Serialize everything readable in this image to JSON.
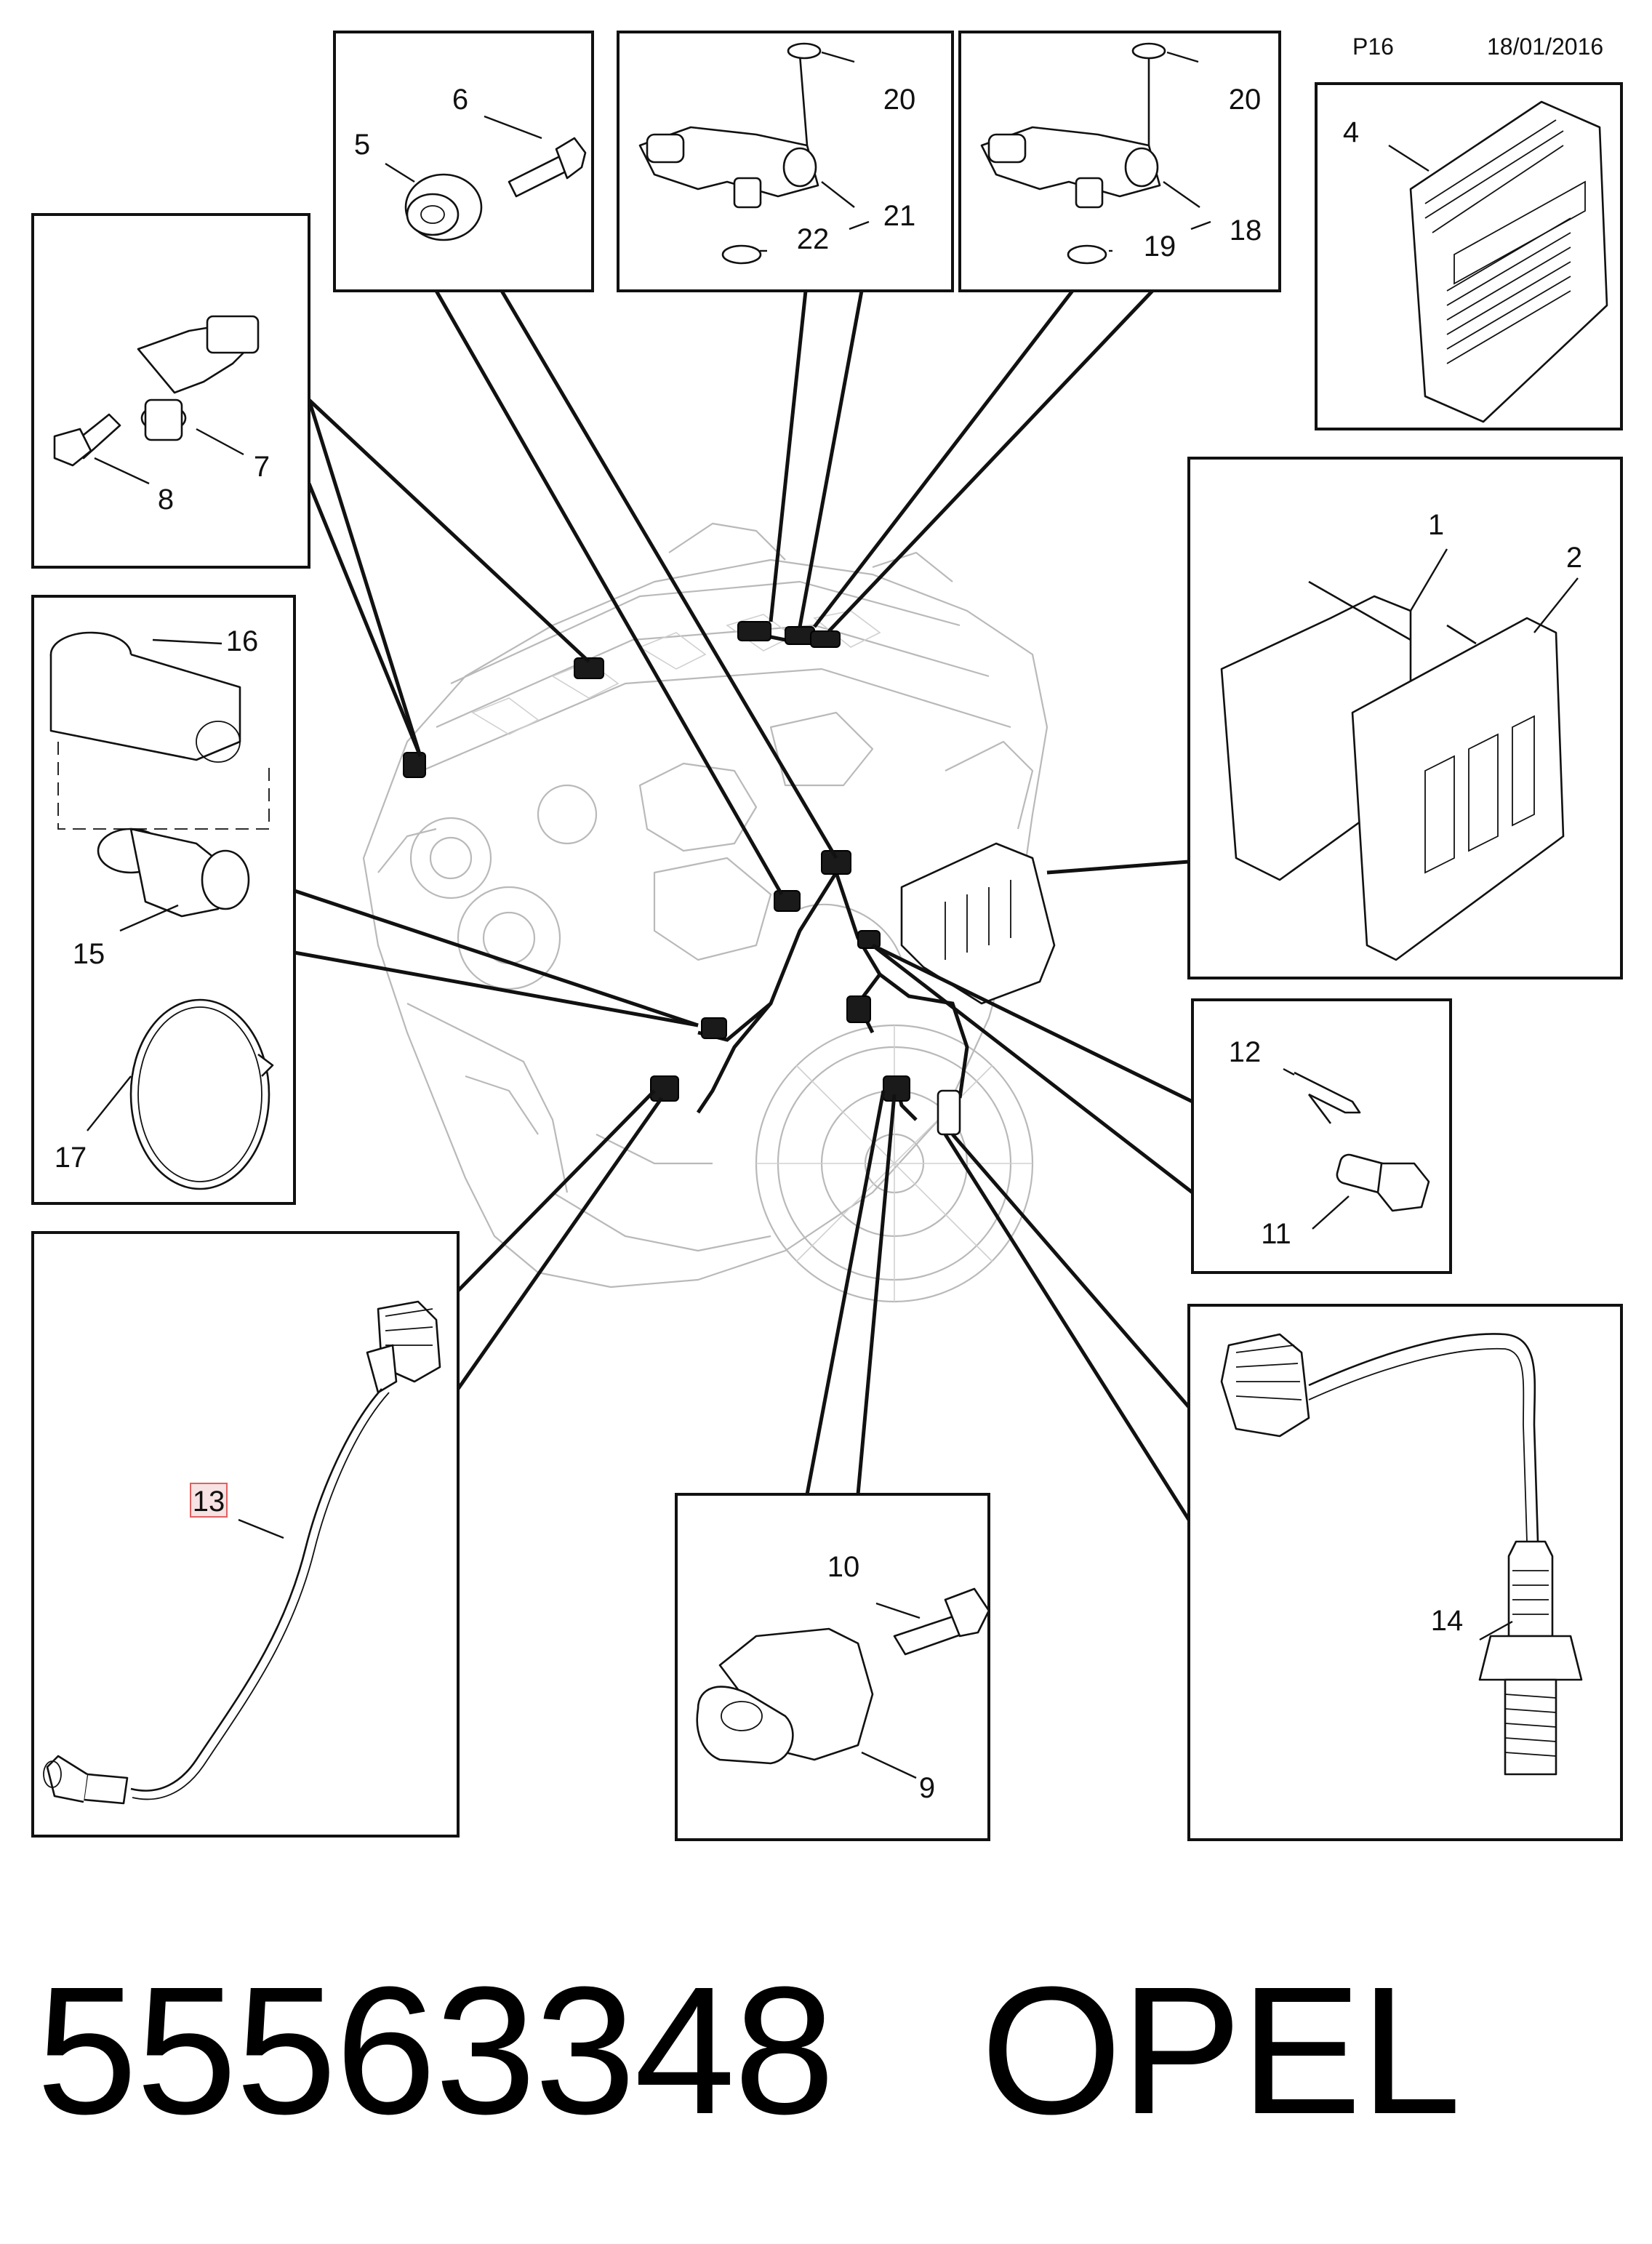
{
  "header": {
    "page_code": "P16",
    "date": "18/01/2016"
  },
  "callouts": {
    "c1": "1",
    "c2": "2",
    "c4": "4",
    "c5": "5",
    "c6": "6",
    "c7": "7",
    "c8": "8",
    "c9": "9",
    "c10": "10",
    "c11": "11",
    "c12": "12",
    "c13": "13",
    "c14": "14",
    "c15": "15",
    "c16": "16",
    "c17": "17",
    "c18": "18",
    "c19": "19",
    "c20a": "20",
    "c20b": "20",
    "c21": "21",
    "c22": "22"
  },
  "highlighted_callout": "13",
  "highlight_color": "#e06060",
  "footer": {
    "part_number": "55563348",
    "brand": "OPEL"
  }
}
